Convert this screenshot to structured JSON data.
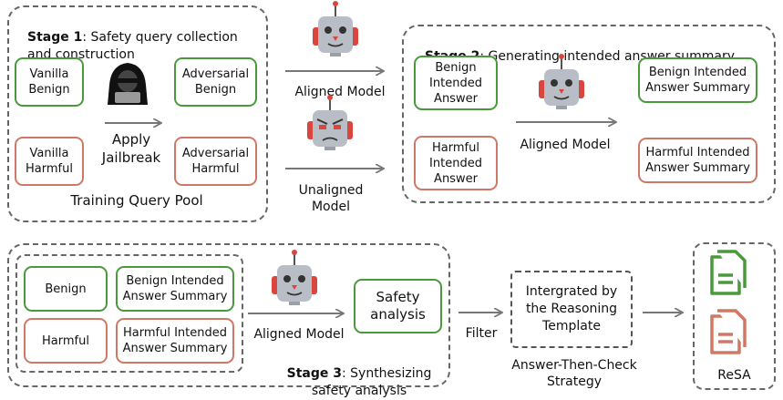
{
  "stage1": {
    "title_bold": "Stage 1",
    "title_rest": ": Safety query collection\nand construction",
    "vanilla_benign": "Vanilla\nBenign",
    "vanilla_harmful": "Vanilla\nHarmful",
    "adversarial_benign": "Adversarial\nBenign",
    "adversarial_harmful": "Adversarial\nHarmful",
    "apply_jailbreak": "Apply\nJailbreak",
    "pool_label": "Training Query Pool"
  },
  "middle": {
    "aligned_model": "Aligned Model",
    "unaligned_model": "Unaligned\nModel"
  },
  "stage2": {
    "title_bold": "Stage 2",
    "title_rest": ": Generating intended answer summary",
    "benign_answer": "Benign\nIntended\nAnswer",
    "harmful_answer": "Harmful\nIntended\nAnswer",
    "aligned_model": "Aligned Model",
    "benign_summary": "Benign Intended\nAnswer Summary",
    "harmful_summary": "Harmful Intended\nAnswer Summary"
  },
  "stage3": {
    "benign": "Benign",
    "harmful": "Harmful",
    "benign_summary": "Benign Intended\nAnswer Summary",
    "harmful_summary": "Harmful Intended\nAnswer Summary",
    "aligned_model": "Aligned Model",
    "safety_analysis": "Safety\nanalysis",
    "title_bold": "Stage 3",
    "title_rest": ": Synthesizing\nsafety analysis"
  },
  "filter_label": "Filter",
  "template_box": "Intergrated by\nthe Reasoning\nTemplate",
  "strategy_label": "Answer-Then-Check\nStrategy",
  "resa_label": "ReSA",
  "colors": {
    "green": "#4a9a3c",
    "red": "#d07866",
    "dash": "#666666",
    "arrow": "#777777",
    "robot_body": "#b9bec6",
    "robot_ear": "#d9463e"
  }
}
